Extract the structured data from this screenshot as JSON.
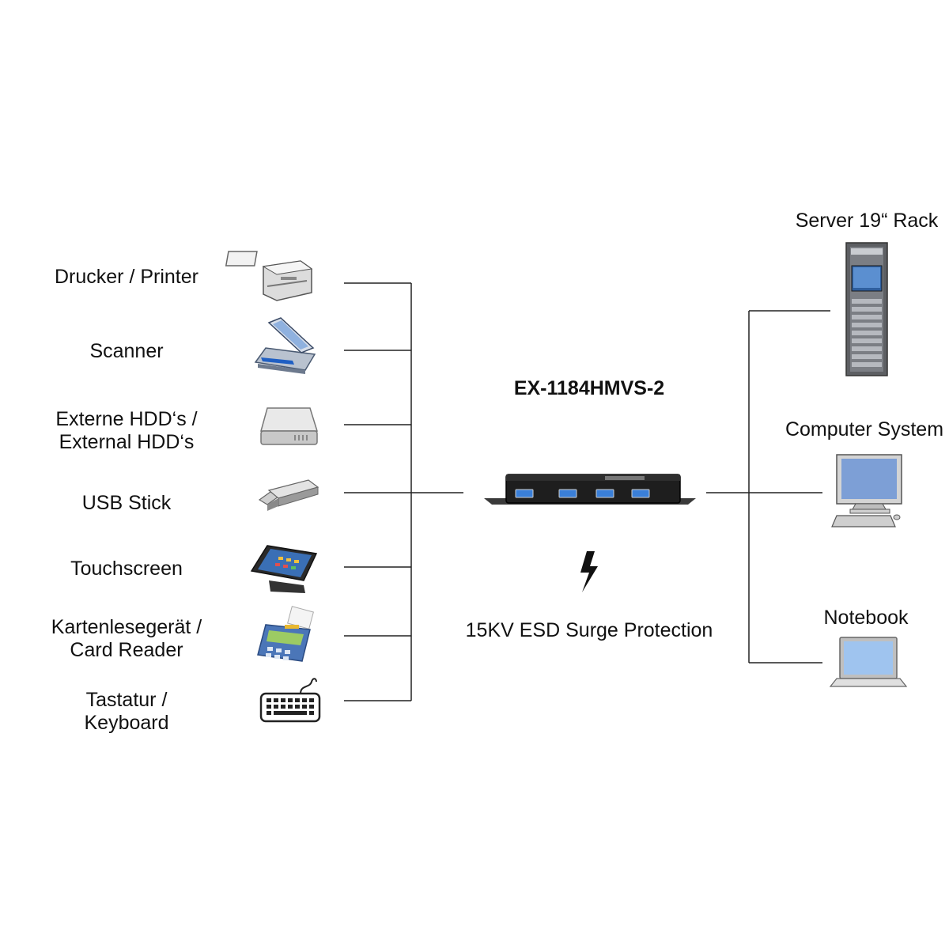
{
  "devices": [
    {
      "id": "printer",
      "line1": "Drucker / Printer",
      "line2": "",
      "icon": "printer-icon"
    },
    {
      "id": "scanner",
      "line1": "Scanner",
      "line2": "",
      "icon": "scanner-icon"
    },
    {
      "id": "hdd",
      "line1": "Externe HDD‘s /",
      "line2": "External HDD‘s",
      "icon": "hdd-icon"
    },
    {
      "id": "usb",
      "line1": "USB Stick",
      "line2": "",
      "icon": "usb-stick-icon"
    },
    {
      "id": "touch",
      "line1": "Touchscreen",
      "line2": "",
      "icon": "touchscreen-pos-icon"
    },
    {
      "id": "card",
      "line1": "Kartenlesegerät /",
      "line2": "Card Reader",
      "icon": "card-reader-icon"
    },
    {
      "id": "keyboard",
      "line1": "Tastatur /",
      "line2": "Keyboard",
      "icon": "keyboard-icon"
    }
  ],
  "hosts": [
    {
      "id": "server",
      "label": "Server 19“ Rack",
      "icon": "server-rack-icon"
    },
    {
      "id": "computer",
      "label": "Computer System",
      "icon": "desktop-computer-icon"
    },
    {
      "id": "notebook",
      "label": "Notebook",
      "icon": "notebook-icon"
    }
  ],
  "hub": {
    "model": "EX-1184HMVS-2",
    "ports": 4,
    "icon": "usb-hub-icon",
    "port_color": "#3a7fd8"
  },
  "protection": {
    "label": "15KV ESD Surge Protection",
    "icon": "lightning-bolt-icon"
  },
  "colors": {
    "line": "#222222",
    "background": "#ffffff"
  }
}
